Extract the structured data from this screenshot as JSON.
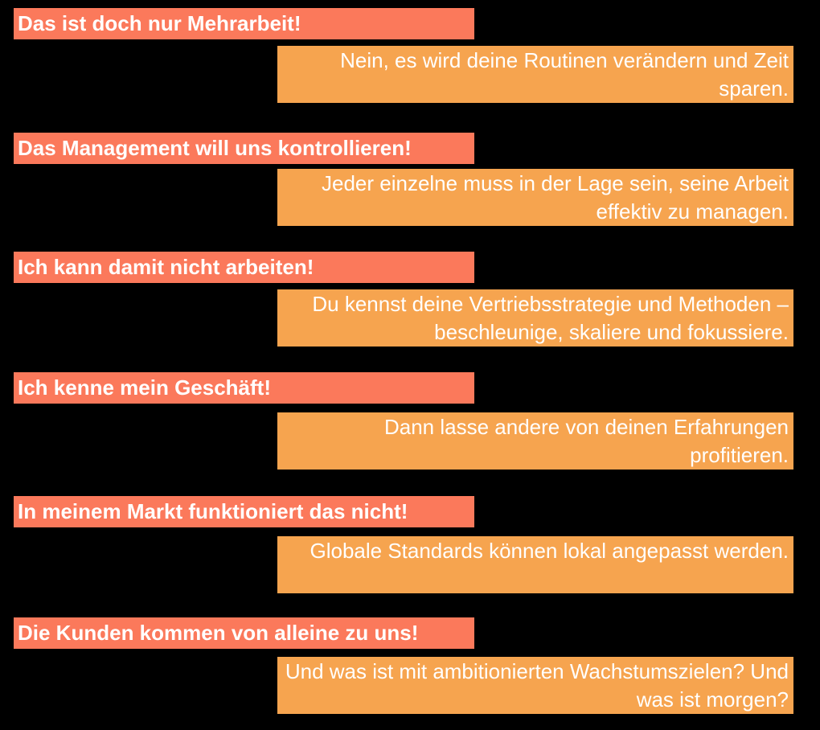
{
  "colors": {
    "background": "#000000",
    "objection_bar": "#FB795B",
    "response_bar": "#F6A44F",
    "text": "#FFFFFF"
  },
  "pairs": [
    {
      "objection": "Das ist doch nur Mehrarbeit!",
      "response": "Nein, es wird deine Routinen verändern und Zeit sparen."
    },
    {
      "objection": "Das Management will uns kontrollieren!",
      "response": "Jeder einzelne muss in der Lage sein, seine Arbeit effektiv zu managen."
    },
    {
      "objection": "Ich kann damit nicht arbeiten!",
      "response": "Du kennst deine Vertriebsstrategie und Methoden – beschleunige, skaliere und fokussiere."
    },
    {
      "objection": "Ich kenne mein Geschäft!",
      "response": "Dann lasse andere von deinen Erfahrungen profitieren."
    },
    {
      "objection": "In meinem Markt funktioniert das nicht!",
      "response": "Globale Standards können lokal angepasst werden."
    },
    {
      "objection": "Die Kunden kommen von alleine zu uns!",
      "response": "Und was ist mit ambitionierten Wachstumszielen? Und was ist morgen?"
    }
  ]
}
